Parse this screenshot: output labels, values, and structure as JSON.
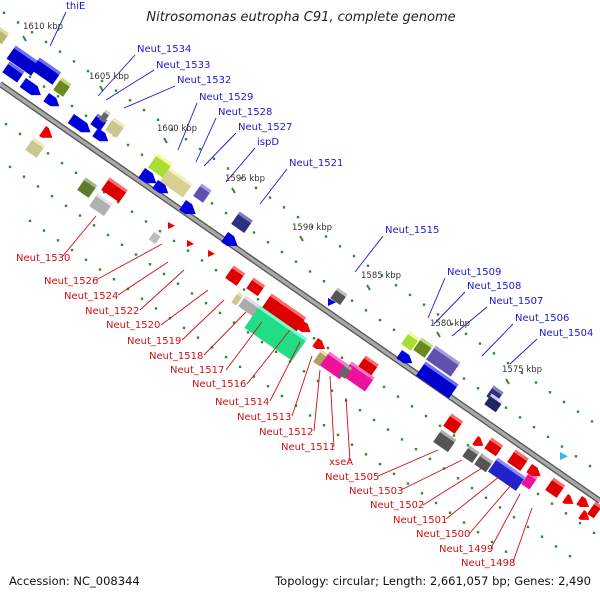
{
  "title": "Nitrosomonas eutropha C91, complete genome",
  "footer": {
    "accession": "Accession: NC_008344",
    "summary": "Topology: circular; Length: 2,661,057 bp; Genes: 2,490"
  },
  "colors": {
    "forward_label": "#1a1acc",
    "reverse_label": "#cc1111",
    "backbone": "#8a8a8a",
    "tick": "#2e8b2e"
  },
  "position_labels": [
    "1610 kbp",
    "1605 kbp",
    "1600 kbp",
    "1595 kbp",
    "1590 kbp",
    "1585 kbp",
    "1580 kbp",
    "1575 kbp"
  ],
  "forward_genes": [
    "thiE",
    "Neut_1534",
    "Neut_1533",
    "Neut_1532",
    "Neut_1529",
    "Neut_1528",
    "Neut_1527",
    "ispD",
    "Neut_1521",
    "Neut_1515",
    "Neut_1509",
    "Neut_1508",
    "Neut_1507",
    "Neut_1506",
    "Neut_1504"
  ],
  "reverse_genes": [
    "Neut_1530",
    "Neut_1526",
    "Neut_1524",
    "Neut_1522",
    "Neut_1520",
    "Neut_1519",
    "Neut_1518",
    "Neut_1517",
    "Neut_1516",
    "Neut_1514",
    "Neut_1513",
    "Neut_1512",
    "Neut_1511",
    "xseA",
    "Neut_1505",
    "Neut_1503",
    "Neut_1502",
    "Neut_1501",
    "Neut_1500",
    "Neut_1499",
    "Neut_1498"
  ]
}
